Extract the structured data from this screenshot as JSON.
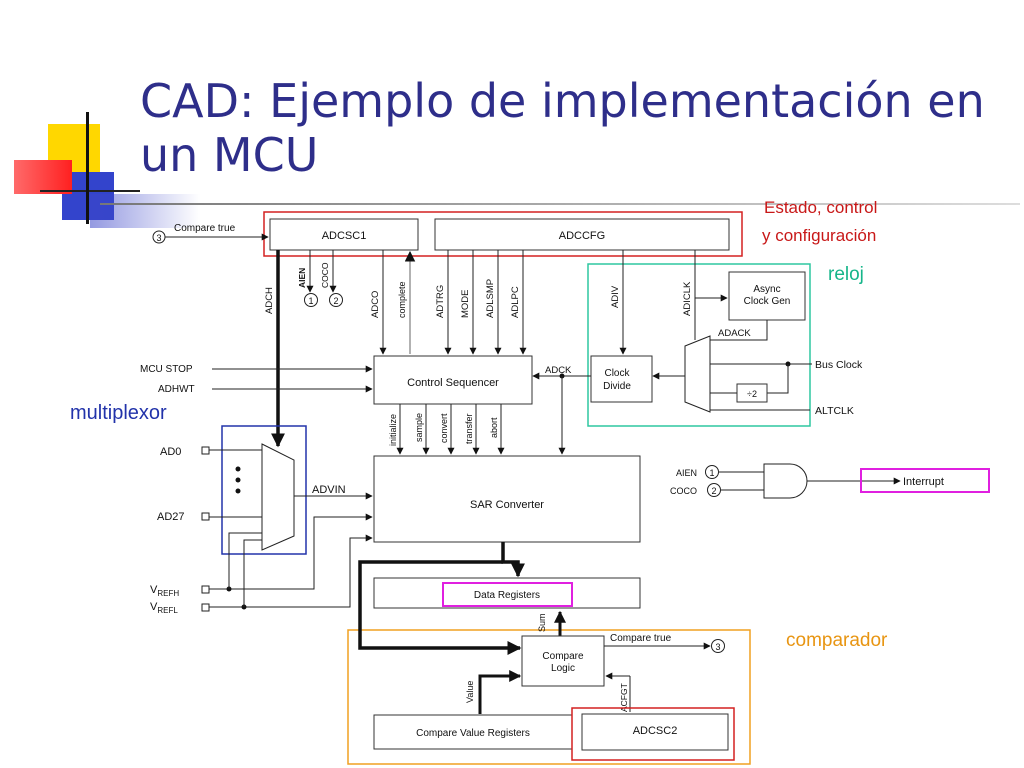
{
  "slide": {
    "title_line1": "CAD: Ejemplo de implementación en",
    "title_line2": "un MCU"
  },
  "annotations": {
    "status": "Estado, control",
    "status2": "y configuración",
    "clock": "reloj",
    "mux": "multiplexor",
    "comparator": "comparador"
  },
  "colors": {
    "title": "#2e2e8a",
    "status_box": "#d42020",
    "clock_box": "#2ec7a0",
    "mux_box": "#2233aa",
    "highlight": "#e020e0",
    "comparator_box": "#f0a020"
  },
  "diagram": {
    "adcsc1": "ADCSC1",
    "adccfg": "ADCCFG",
    "compare_true_in": "Compare true",
    "ref3": "3",
    "aien": "AIEN",
    "coco": "COCO",
    "ref1": "1",
    "ref2": "2",
    "adch": "ADCH",
    "adco": "ADCO",
    "complete": "complete",
    "adtrg": "ADTRG",
    "mode": "MODE",
    "adlsmp": "ADLSMP",
    "adlpc": "ADLPC",
    "adiv": "ADIV",
    "adiclk": "ADICLK",
    "async1": "Async",
    "async2": "Clock Gen",
    "adack": "ADACK",
    "bus_clock": "Bus Clock",
    "div2": "÷2",
    "altclk": "ALTCLK",
    "clock_div1": "Clock",
    "clock_div2": "Divide",
    "adck": "ADCK",
    "mcu_stop": "MCU STOP",
    "adhwt": "ADHWT",
    "control_seq": "Control Sequencer",
    "initialize": "initialize",
    "sample": "sample",
    "convert": "convert",
    "transfer": "transfer",
    "abort": "abort",
    "ad0": "AD0",
    "ad27": "AD27",
    "vrefh": "V",
    "vrefh_sub": "REFH",
    "vrefl": "V",
    "vrefl_sub": "REFL",
    "advin": "ADVIN",
    "sar": "SAR Converter",
    "aien_r": "AIEN",
    "coco_r": "COCO",
    "interrupt": "Interrupt",
    "data_regs": "Data Registers",
    "sum": "Sum",
    "compare_true_out": "Compare true",
    "compare_logic1": "Compare",
    "compare_logic2": "Logic",
    "value": "Value",
    "acfgt": "ACFGT",
    "cmp_val_regs": "Compare Value Registers",
    "adcsc2": "ADCSC2"
  }
}
